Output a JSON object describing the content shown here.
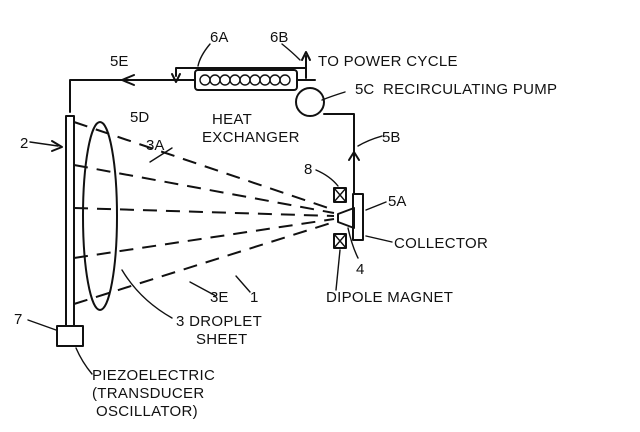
{
  "labels": {
    "ref_6a": "6A",
    "ref_6b": "6B",
    "to_power_cycle": "TO POWER CYCLE",
    "ref_5e": "5E",
    "ref_5c": "5C",
    "recirculating_pump": "RECIRCULATING PUMP",
    "ref_5d": "5D",
    "heat": "HEAT",
    "exchanger": "EXCHANGER",
    "ref_2": "2",
    "ref_3a": "3A",
    "ref_5b": "5B",
    "ref_8": "8",
    "ref_5a": "5A",
    "collector": "COLLECTOR",
    "ref_4": "4",
    "ref_3e": "3E",
    "ref_1": "1",
    "dipole_magnet": "DIPOLE MAGNET",
    "ref_7": "7",
    "droplet": "3 DROPLET",
    "sheet": "SHEET",
    "piezoelectric": "PIEZOELECTRIC",
    "transducer": "(TRANSDUCER",
    "oscillator": "OSCILLATOR)"
  }
}
